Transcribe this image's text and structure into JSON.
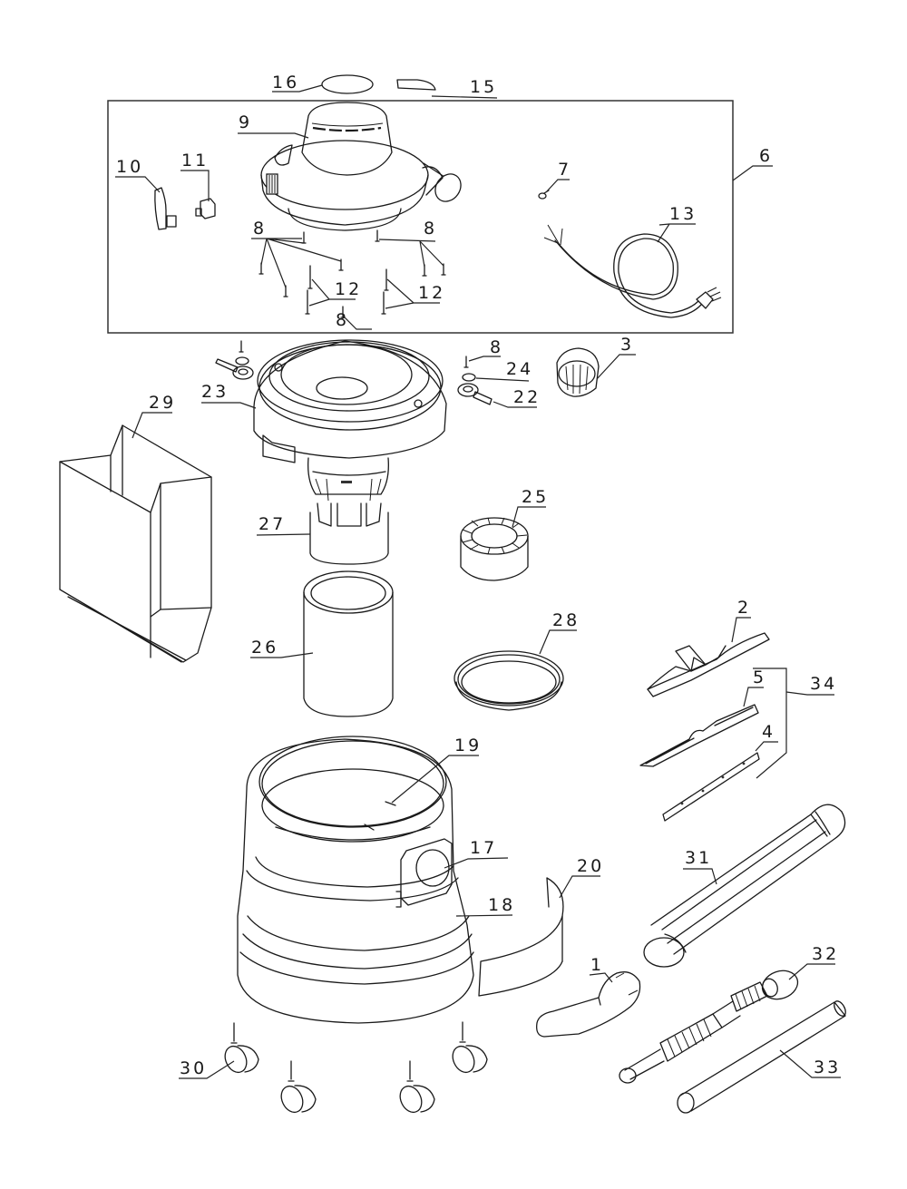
{
  "diagram": {
    "title": "Wet/Dry Vacuum Exploded Parts Diagram",
    "type": "exploded-parts-view",
    "assembly_group": {
      "label": "6",
      "contains": [
        "7",
        "8",
        "9",
        "10",
        "11",
        "12",
        "13"
      ]
    },
    "accessory_group": {
      "label": "34",
      "contains": [
        "2",
        "4",
        "5"
      ]
    },
    "callouts": {
      "c1": "1",
      "c2": "2",
      "c3": "3",
      "c4": "4",
      "c5": "5",
      "c6": "6",
      "c7": "7",
      "c8a": "8",
      "c8b": "8",
      "c8c": "8",
      "c8d": "8",
      "c9": "9",
      "c10": "10",
      "c11": "11",
      "c12a": "12",
      "c12b": "12",
      "c13": "13",
      "c15": "15",
      "c16": "16",
      "c17": "17",
      "c18": "18",
      "c19": "19",
      "c20": "20",
      "c22": "22",
      "c23": "23",
      "c24": "24",
      "c25": "25",
      "c26": "26",
      "c27": "27",
      "c28": "28",
      "c29": "29",
      "c30": "30",
      "c31": "31",
      "c32": "32",
      "c33": "33",
      "c34": "34"
    },
    "parts": [
      {
        "id": "1",
        "name": "floor-nozzle-small"
      },
      {
        "id": "2",
        "name": "floor-squeegee-nozzle"
      },
      {
        "id": "3",
        "name": "hose-connector"
      },
      {
        "id": "4",
        "name": "squeegee-blade"
      },
      {
        "id": "5",
        "name": "squeegee-insert"
      },
      {
        "id": "6",
        "name": "motor-head-assembly"
      },
      {
        "id": "7",
        "name": "screw"
      },
      {
        "id": "8",
        "name": "screw"
      },
      {
        "id": "9",
        "name": "motor-cover"
      },
      {
        "id": "10",
        "name": "latch"
      },
      {
        "id": "11",
        "name": "switch"
      },
      {
        "id": "12",
        "name": "long-screw"
      },
      {
        "id": "13",
        "name": "power-cord"
      },
      {
        "id": "15",
        "name": "label"
      },
      {
        "id": "16",
        "name": "badge"
      },
      {
        "id": "17",
        "name": "inlet-port"
      },
      {
        "id": "18",
        "name": "tank"
      },
      {
        "id": "19",
        "name": "pin"
      },
      {
        "id": "20",
        "name": "accessory-band"
      },
      {
        "id": "22",
        "name": "clamp-lever"
      },
      {
        "id": "23",
        "name": "lid"
      },
      {
        "id": "24",
        "name": "washer"
      },
      {
        "id": "25",
        "name": "foam-filter"
      },
      {
        "id": "26",
        "name": "cartridge-filter"
      },
      {
        "id": "27",
        "name": "filter-cage"
      },
      {
        "id": "28",
        "name": "filter-ring"
      },
      {
        "id": "29",
        "name": "dust-bag"
      },
      {
        "id": "30",
        "name": "caster"
      },
      {
        "id": "31",
        "name": "extension-wand"
      },
      {
        "id": "32",
        "name": "hose"
      },
      {
        "id": "33",
        "name": "extension-tube"
      },
      {
        "id": "34",
        "name": "squeegee-kit"
      }
    ]
  }
}
